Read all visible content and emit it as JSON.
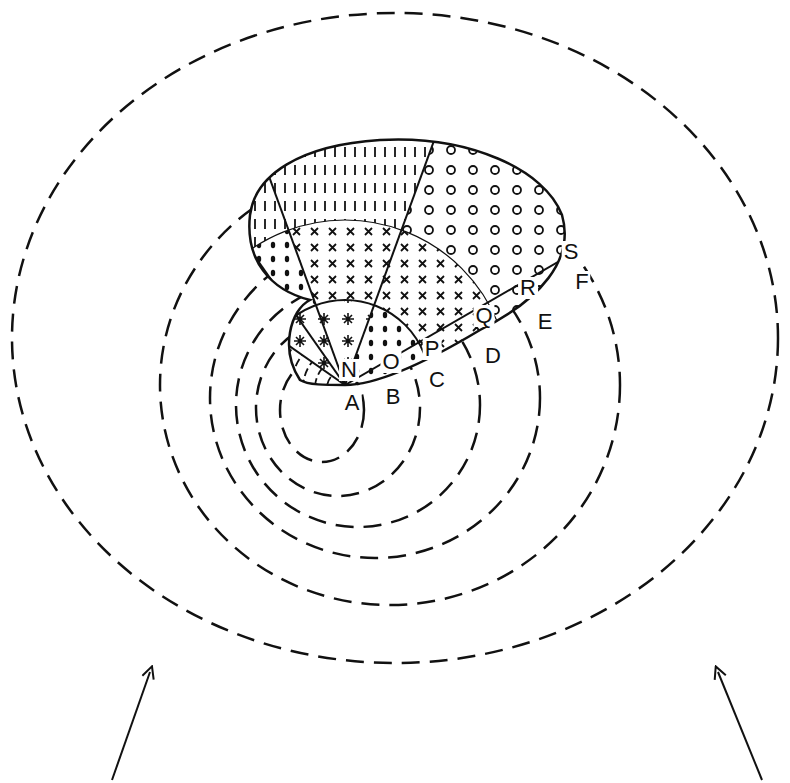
{
  "diagram": {
    "labels": [
      "N",
      "O",
      "P",
      "Q",
      "R",
      "S",
      "A",
      "B",
      "C",
      "D",
      "E",
      "F"
    ]
  }
}
